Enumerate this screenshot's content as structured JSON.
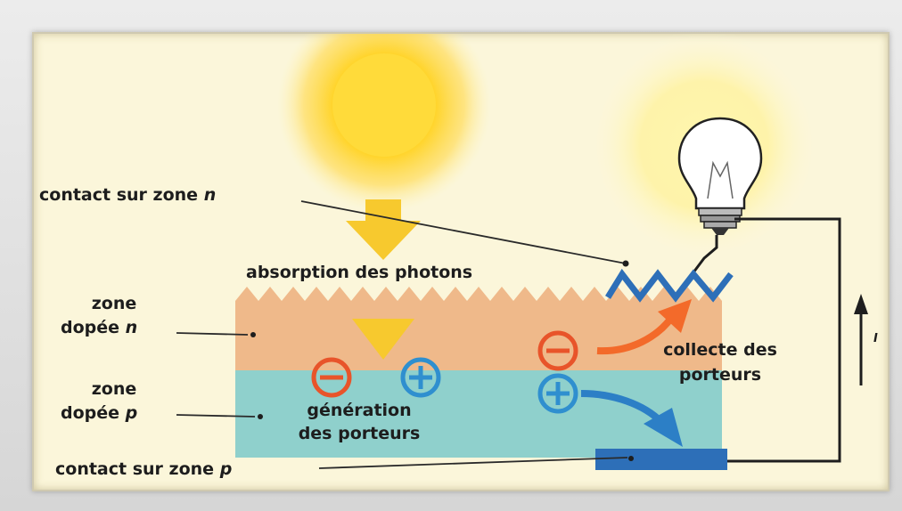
{
  "labels": {
    "contact_n": "contact sur zone",
    "contact_n_var": "n",
    "absorption": "absorption des photons",
    "zone_n_line1": "zone",
    "zone_n_line2": "dopée",
    "zone_n_var": "n",
    "zone_p_line1": "zone",
    "zone_p_line2": "dopée",
    "zone_p_var": "p",
    "generation_line1": "génération",
    "generation_line2": "des porteurs",
    "collecte_line1": "collecte des",
    "collecte_line2": "porteurs",
    "contact_p": "contact sur zone",
    "contact_p_var": "p",
    "current": "I"
  },
  "symbols": {
    "electron": "−",
    "hole": "+"
  },
  "colors": {
    "sun": "#ffd21f",
    "sun_glow": "#ffe98a",
    "zone_n": "#efb98a",
    "zone_p": "#8fd0cc",
    "electron": "#e8542a",
    "hole": "#2f8fcf",
    "contact": "#2d6fb8",
    "arrow_orange": "#f36a2a",
    "arrow_blue": "#2c7fc6",
    "photon_arrow": "#f7c92e"
  },
  "icons": [
    "sun-icon",
    "light-bulb-icon",
    "photon-arrow-icon",
    "current-arrow-icon"
  ]
}
